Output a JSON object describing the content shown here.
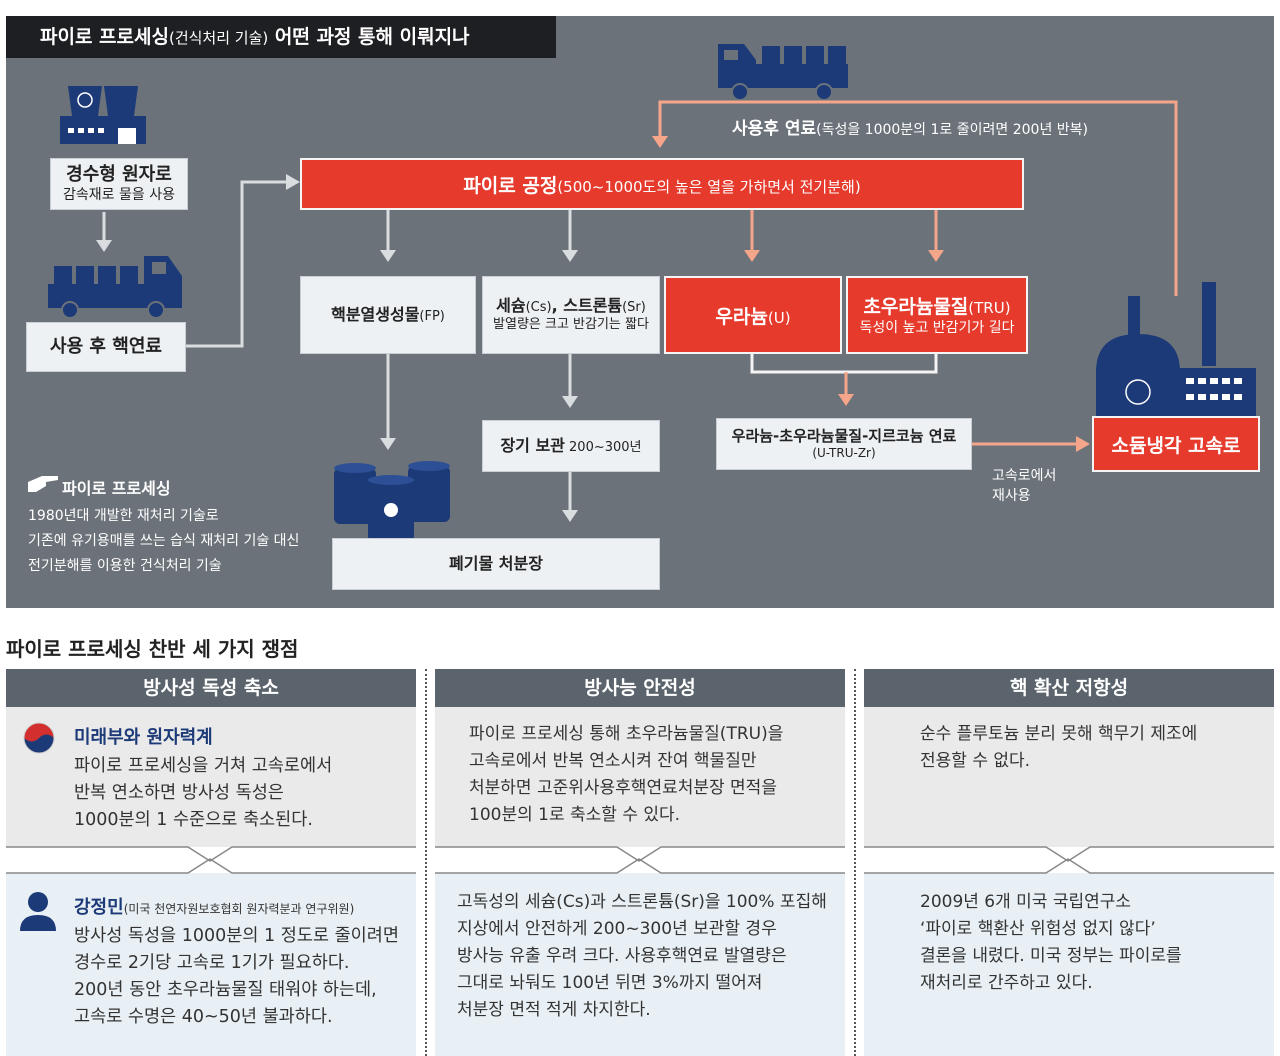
{
  "title": {
    "main": "파이로 프로세싱",
    "paren": "(건식처리 기술)",
    "rest": " 어떤 과정 통해 이뤄지나"
  },
  "reactor": {
    "name": "경수형 원자로",
    "desc": "감속재로 물을 사용"
  },
  "spent_fuel": {
    "name": "사용 후 핵연료"
  },
  "used_fuel_label": {
    "main": "사용후 연료",
    "paren": "(독성을 1000분의 1로 줄이려면 200년 반복)"
  },
  "pyro_process": {
    "main": "파이로 공정",
    "paren": "(500~1000도의 높은 열을 가하면서 전기분해)"
  },
  "fp_box": {
    "main": "핵분열생성물",
    "sub": "(FP)"
  },
  "cs_box": {
    "main1": "세슘",
    "sub1": "(Cs)",
    "main2": ", 스트론튬",
    "sub2": "(Sr)",
    "desc": "발열량은 크고 반감기는 짧다"
  },
  "u_box": {
    "main": "우라늄",
    "sub": "(U)"
  },
  "tru_box": {
    "main": "초우라늄물질",
    "sub": "(TRU)",
    "desc": "독성이 높고 반감기가 길다"
  },
  "storage_box": {
    "main": "장기 보관",
    "sub": " 200~300년"
  },
  "fuel_box": {
    "main": "우라늄-초우라늄물질-지르코늄 연료",
    "sub": "(U-TRU-Zr)"
  },
  "reuse_label": {
    "line1": "고속로에서",
    "line2": "재사용"
  },
  "sfr_label": "소듐냉각 고속로",
  "waste_box": "폐기물 처분장",
  "pyro_note": {
    "heading": "파이로 프로세싱",
    "lines": [
      "1980년대 개발한 재처리 기술로",
      "기존에 유기용매를 쓰는 습식 재처리 기술 대신",
      "전기분해를 이용한 건식처리 기술"
    ]
  },
  "section_title": "파이로 프로세싱 찬반 세 가지 쟁점",
  "columns": [
    {
      "header": "방사성 독성 축소",
      "top_speaker": "미래부와 원자력계",
      "top_lines": [
        "파이로 프로세싱을 거쳐 고속로에서",
        "반복 연소하면 방사성 독성은",
        "1000분의 1 수준으로 축소된다."
      ],
      "bottom_speaker": "강정민",
      "bottom_speaker_note": "(미국 천연자원보호협회 원자력분과 연구위원)",
      "bottom_lines": [
        "방사성 독성을 1000분의 1 정도로 줄이려면",
        "경수로 2기당 고속로 1기가 필요하다.",
        "200년 동안 초우라늄물질 태워야 하는데,",
        "고속로 수명은 40~50년 불과하다."
      ]
    },
    {
      "header": "방사능 안전성",
      "top_lines": [
        "파이로 프로세싱 통해 초우라늄물질(TRU)을",
        "고속로에서 반복 연소시켜 잔여 핵물질만",
        "처분하면 고준위사용후핵연료처분장 면적을",
        "100분의 1로 축소할 수 있다."
      ],
      "bottom_lines": [
        "고독성의 세슘(Cs)과 스트론튬(Sr)을 100% 포집해",
        "지상에서 안전하게 200~300년 보관할 경우",
        "방사능 유출 우려 크다. 사용후핵연료 발열량은",
        "그대로 놔둬도 100년 뒤면 3%까지 떨어져",
        "처분장 면적 적게 차지한다."
      ]
    },
    {
      "header": "핵 확산 저항성",
      "top_lines": [
        "순수 플루토늄 분리 못해 핵무기 제조에",
        "전용할 수 없다."
      ],
      "bottom_lines": [
        "2009년 6개 미국 국립연구소",
        "‘파이로 핵환산 위험성 없지 않다’",
        "결론을 내렸다. 미국 정부는 파이로를",
        "재처리로 간주하고 있다."
      ]
    }
  ],
  "colors": {
    "bg": "#6b7279",
    "red": "#e63a2d",
    "salmon": "#f4a58a",
    "arrow_gray": "#d9dde0",
    "header": "#5b646d",
    "navy": "#1c3a78"
  }
}
